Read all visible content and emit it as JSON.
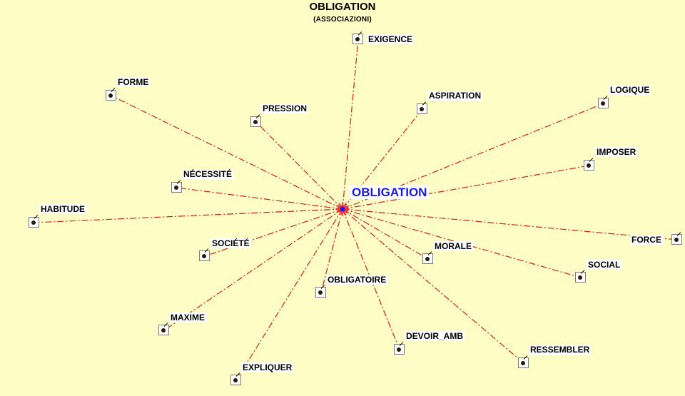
{
  "diagram": {
    "title": "OBLIGATION",
    "subtitle": "(ASSOCIAZIONI)",
    "center": {
      "label": "OBLIGATION"
    },
    "nodes": [
      {
        "label": "EXIGENCE"
      },
      {
        "label": "FORME"
      },
      {
        "label": "PRESSION"
      },
      {
        "label": "ASPIRATION"
      },
      {
        "label": "LOGIQUE"
      },
      {
        "label": "IMPOSER"
      },
      {
        "label": "NÉCESSITÉ"
      },
      {
        "label": "HABITUDE"
      },
      {
        "label": "FORCE"
      },
      {
        "label": "SOCIÉTÉ"
      },
      {
        "label": "MORALE"
      },
      {
        "label": "SOCIAL"
      },
      {
        "label": "OBLIGATOIRE"
      },
      {
        "label": "MAXIME"
      },
      {
        "label": "DEVOIR_AMB"
      },
      {
        "label": "RESSEMBLER"
      },
      {
        "label": "EXPLIQUER"
      }
    ]
  },
  "colors": {
    "background": "#FFFDC6",
    "edge": "#CC2222",
    "center_label": "#1A1AE0",
    "center_burst": "#FF3333",
    "center_dot": "#1A1AE0"
  }
}
